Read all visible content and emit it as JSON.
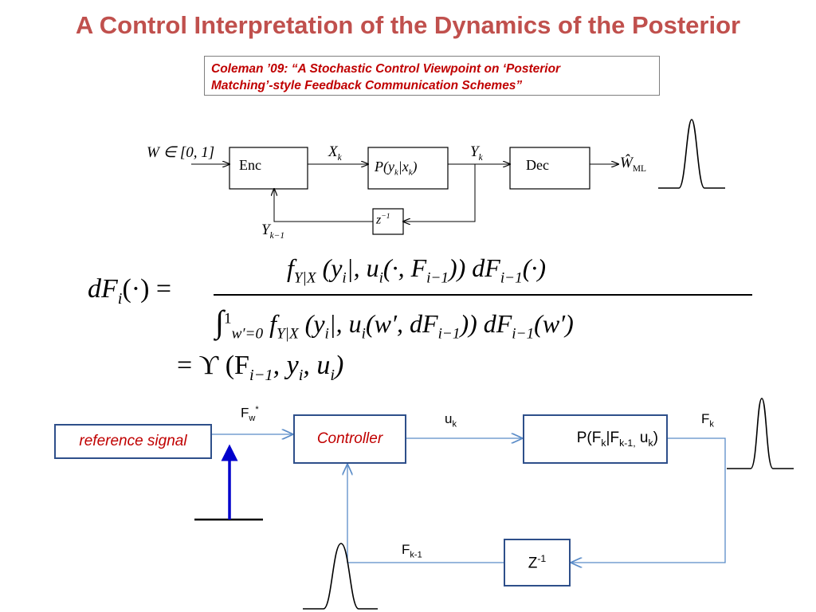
{
  "slide": {
    "title": "A Control Interpretation of the Dynamics of the Posterior",
    "citation_line1": "Coleman ’09: “A Stochastic Control Viewpoint on ‘Posterior",
    "citation_line2": "Matching’-style Feedback Communication Schemes”"
  },
  "top_diagram": {
    "input_label": "W ∈ [0, 1]",
    "enc_label": "Enc",
    "x_label": "X",
    "x_sub": "k",
    "channel_label": "P(y",
    "channel_sub": "k",
    "channel_rest": "|x",
    "channel_sub2": "k",
    "channel_close": ")",
    "y_label": "Y",
    "y_sub": "k",
    "dec_label": "Dec",
    "out_label": "Ŵ",
    "out_sub": "ML",
    "delay_label": "z",
    "delay_sup": "−1",
    "feedback_label": "Y",
    "feedback_sub": "k−1"
  },
  "equation": {
    "lhs": "dF",
    "lhs_sub": "i",
    "lhs_arg": "(·) =",
    "numerator": "f",
    "num_sub": "Y|X",
    "num_rest": " (y",
    "num_sub2": "i",
    "num_rest2": "|, u",
    "num_sub3": "i",
    "num_rest3": "(·, F",
    "num_sub4": "i−1",
    "num_rest4": ")) dF",
    "num_sub5": "i−1",
    "num_rest5": "(·)",
    "den_integral": "∫",
    "den_int_sup": "1",
    "den_int_sub": "w′=0",
    "den_f": " f",
    "den_sub": "Y|X",
    "den_rest": " (y",
    "den_sub2": "i",
    "den_rest2": "|, u",
    "den_sub3": "i",
    "den_rest3": "(w′, dF",
    "den_sub4": "i−1",
    "den_rest4": ")) dF",
    "den_sub5": "i−1",
    "den_rest5": "(w′)",
    "second_line_eq": "= ϒ (F",
    "second_sub": "i−1",
    "second_rest": ", y",
    "second_sub2": "i",
    "second_rest2": ", u",
    "second_sub3": "i",
    "second_close": ")"
  },
  "control_diagram": {
    "reference_label": "reference signal",
    "fw_label": "F",
    "fw_sub": "w",
    "fw_sup": "*",
    "controller_label": "Controller",
    "u_label": "u",
    "u_sub": "k",
    "plant_label": "P(F",
    "plant_sub": "k",
    "plant_mid": "|F",
    "plant_sub2": "k-1,",
    "plant_mid2": " u",
    "plant_sub3": "k",
    "plant_close": ")",
    "fk_label": "F",
    "fk_sub": "k",
    "delay_label": "Z",
    "delay_sup": "-1",
    "fkm1_label": "F",
    "fkm1_sub": "k-1"
  },
  "colors": {
    "title": "#c0504d",
    "citation": "#c00000",
    "box_border": "#2e4f8a",
    "arrow": "#5b8cc8",
    "impulse": "#0000cc"
  }
}
